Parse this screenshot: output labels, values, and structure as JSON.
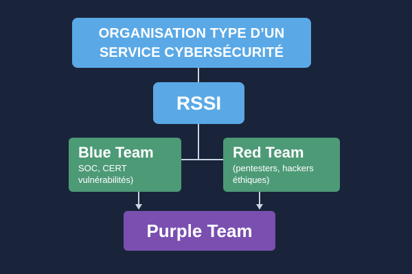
{
  "title": {
    "line1": "ORGANISATION TYPE D’UN",
    "line2": "SERVICE CYBERSÉCURITÉ"
  },
  "rssi": {
    "label": "RSSI"
  },
  "blue_team": {
    "name": "Blue Team",
    "desc_line1": "SOC, CERT",
    "desc_line2": "vulnérabilités)"
  },
  "red_team": {
    "name": "Red Team",
    "desc_line1": "(pentesters, hackers",
    "desc_line2": "éthiques)"
  },
  "purple_team": {
    "name": "Purple Team"
  },
  "colors": {
    "background": "#19243a",
    "header_box": "#5aa9e6",
    "team_box": "#4d9a77",
    "purple_box": "#7a4fb0",
    "connector": "#c9d6e3"
  }
}
